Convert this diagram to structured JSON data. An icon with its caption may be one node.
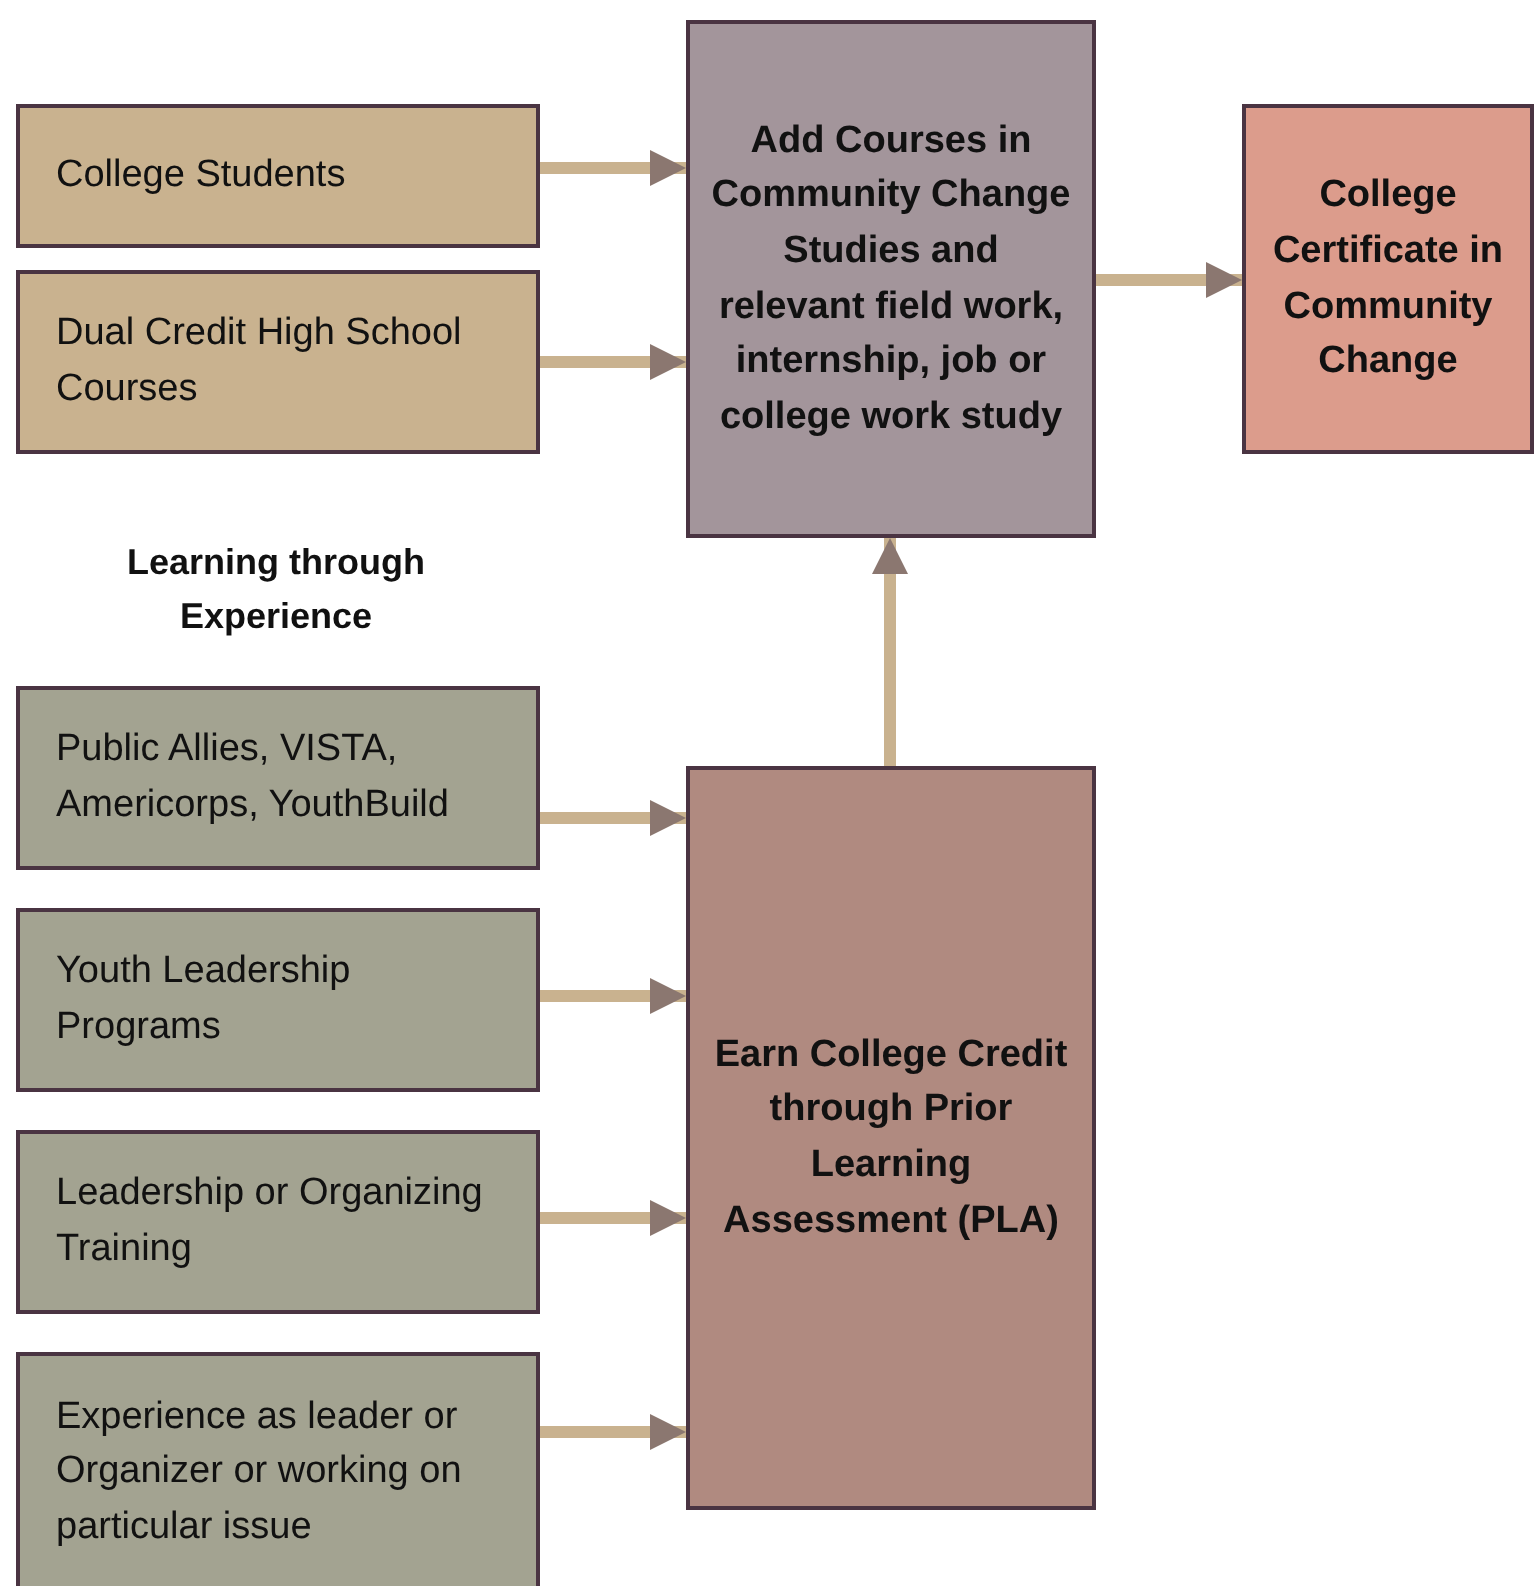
{
  "diagram": {
    "nodes": [
      {
        "text": [
          "College Students"
        ]
      },
      {
        "text": [
          "Dual Credit High School Courses"
        ]
      },
      {
        "text": [
          "Add Courses in Community Change Studies and relevant field work, internship, job or college work study"
        ]
      },
      {
        "text": [
          "College Certificate in Community Change"
        ]
      },
      {
        "text": [
          "Public Allies, VISTA, Americorps, YouthBuild"
        ]
      },
      {
        "text": [
          "Youth Leadership Programs"
        ]
      },
      {
        "text": [
          "Leadership or Organizing Training"
        ]
      },
      {
        "text": [
          "Experience as leader or Organizer or working on particular issue"
        ]
      },
      {
        "text": [
          "Earn College Credit through Prior Learning Assessment (PLA)"
        ]
      }
    ],
    "edges": [
      {
        "from": 0,
        "to": 2,
        "arrow": "to"
      },
      {
        "from": 1,
        "to": 2,
        "arrow": "to"
      },
      {
        "from": 2,
        "to": 3,
        "arrow": "to"
      },
      {
        "from": 4,
        "to": 8,
        "arrow": "to"
      },
      {
        "from": 5,
        "to": 8,
        "arrow": "to"
      },
      {
        "from": 6,
        "to": 8,
        "arrow": "to"
      },
      {
        "from": 7,
        "to": 8,
        "arrow": "to"
      },
      {
        "from": 8,
        "to": 2,
        "arrow": "to"
      }
    ],
    "labels": [
      "Learning through Experience"
    ]
  }
}
